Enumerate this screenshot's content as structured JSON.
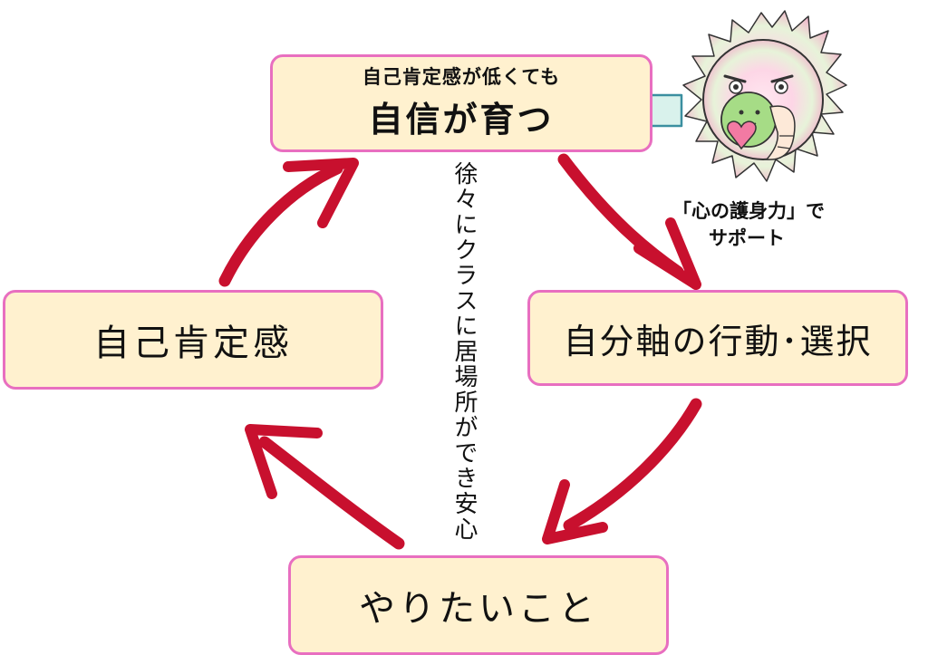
{
  "boxes": {
    "top_small": "自己肯定感が低くても",
    "top_big": "自信が育つ",
    "left": "自己肯定感",
    "right": "自分軸の行動･選択",
    "bottom": "やりたいこと"
  },
  "center_text": "徐々にクラスに居場所ができ安心",
  "support": {
    "line1": "「心の護身力」で",
    "line2": "サポート"
  },
  "colors": {
    "box_fill": "#fff1cf",
    "box_border": "#e86fc0",
    "arrow_red": "#c8102e",
    "arrow_light": "#d9f2ec",
    "arrow_light_stroke": "#3b8fa0"
  }
}
